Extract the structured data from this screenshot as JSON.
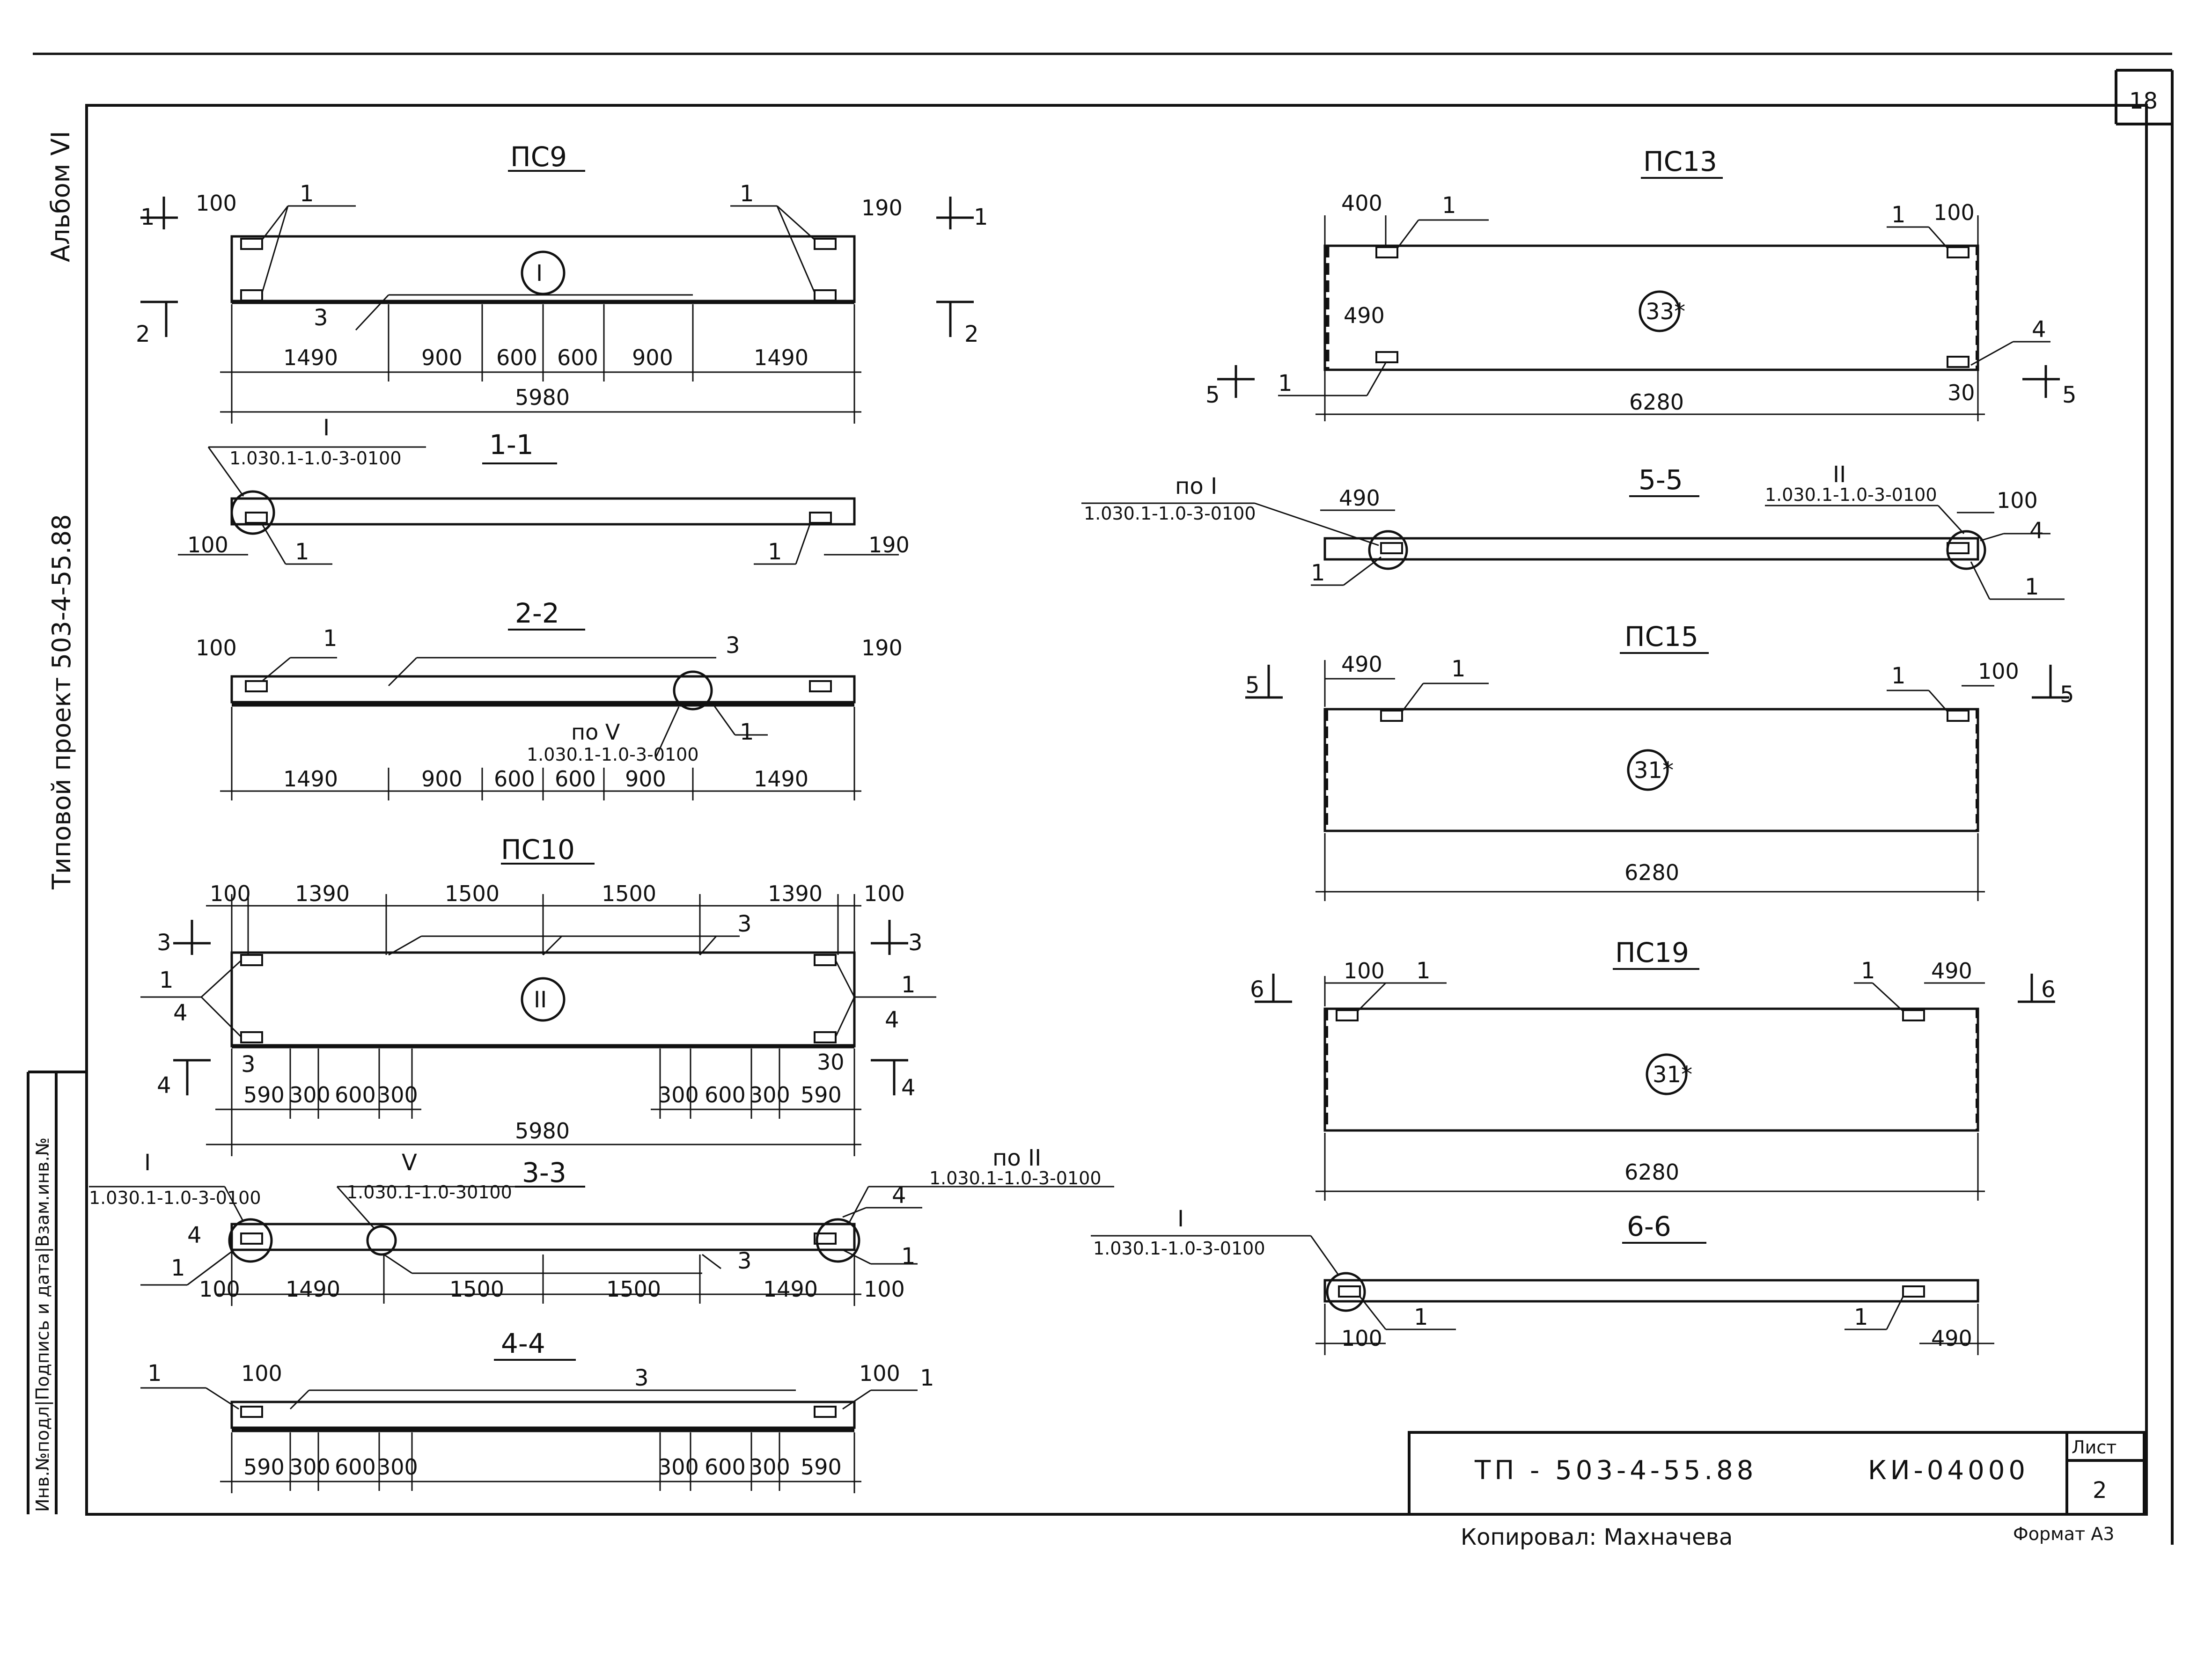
{
  "sheet": {
    "page_number": "18",
    "album": "Альбом VI",
    "project": "Типовой проект 503-4-55.88",
    "side_stamp": "Инв.№подл|Подпись и дата|Взам.инв.№",
    "title_block": {
      "code": "ТП - 503-4-55.88",
      "doc": "КИ-04000",
      "sheet_label": "Лист",
      "sheet_no": "2"
    },
    "copied_by": "Копировал: Махначева",
    "format": "Формат А3"
  },
  "ref_code": "1.030.1-1.0-3-0100",
  "ref_code_short": "1.030.1-1.0-30100",
  "panels": {
    "pc9": {
      "title": "ПС9",
      "mark": "I",
      "dims": [
        "1490",
        "900",
        "600",
        "600",
        "900",
        "1490"
      ],
      "total": "5980",
      "edge_left": "100",
      "edge_right": "190",
      "pos1": "1",
      "pos3": "3",
      "cut1": "1",
      "cut2": "2"
    },
    "s11": {
      "title": "1-1",
      "ref_mark": "I",
      "left": "100",
      "right": "190",
      "pos": "1"
    },
    "s22": {
      "title": "2-2",
      "left": "100",
      "right": "190",
      "pos1": "1",
      "pos3": "3",
      "ref_mark": "по V",
      "dims": [
        "1490",
        "900",
        "600",
        "600",
        "900",
        "1490"
      ]
    },
    "pc10": {
      "title": "ПС10",
      "mark": "II",
      "top_dims": [
        "100",
        "1390",
        "1500",
        "1500",
        "1390",
        "100"
      ],
      "bottom_left": [
        "590",
        "300",
        "600",
        "300"
      ],
      "bottom_right": [
        "300",
        "600",
        "300",
        "590"
      ],
      "total": "5980",
      "edge30": "30",
      "pos1": "1",
      "pos3": "3",
      "pos4": "4",
      "cut3": "3",
      "cut4": "4"
    },
    "s33": {
      "title": "3-3",
      "ref_left": "I",
      "ref_mid": "V",
      "ref_right": "по II",
      "dims": [
        "1490",
        "1500",
        "1500",
        "1490"
      ],
      "left": "100",
      "right": "100",
      "pos1": "1",
      "pos3": "3",
      "pos4": "4"
    },
    "s44": {
      "title": "4-4",
      "left": "100",
      "right": "100",
      "pos1": "1",
      "pos3": "3",
      "bottom_left": [
        "590",
        "300",
        "600",
        "300"
      ],
      "bottom_right": [
        "300",
        "600",
        "300",
        "590"
      ]
    },
    "pc13": {
      "title": "ПС13",
      "mark": "33*",
      "top_left": "400",
      "top_right": "100",
      "left_490": "490",
      "total": "6280",
      "edge30": "30",
      "pos1": "1",
      "pos4": "4",
      "cut5": "5"
    },
    "s55": {
      "title": "5-5",
      "ref_left": "по I",
      "ref_right": "II",
      "left": "490",
      "right": "100",
      "pos1": "1",
      "pos4": "4"
    },
    "pc15": {
      "title": "ПС15",
      "mark": "31*",
      "left": "490",
      "right": "100",
      "total": "6280",
      "pos1": "1",
      "cut5": "5"
    },
    "pc19": {
      "title": "ПС19",
      "mark": "31*",
      "left": "100",
      "right": "490",
      "total": "6280",
      "pos1": "1",
      "cut6": "6"
    },
    "s66": {
      "title": "6-6",
      "ref_mark": "I",
      "left": "100",
      "right": "490",
      "pos1": "1"
    }
  }
}
